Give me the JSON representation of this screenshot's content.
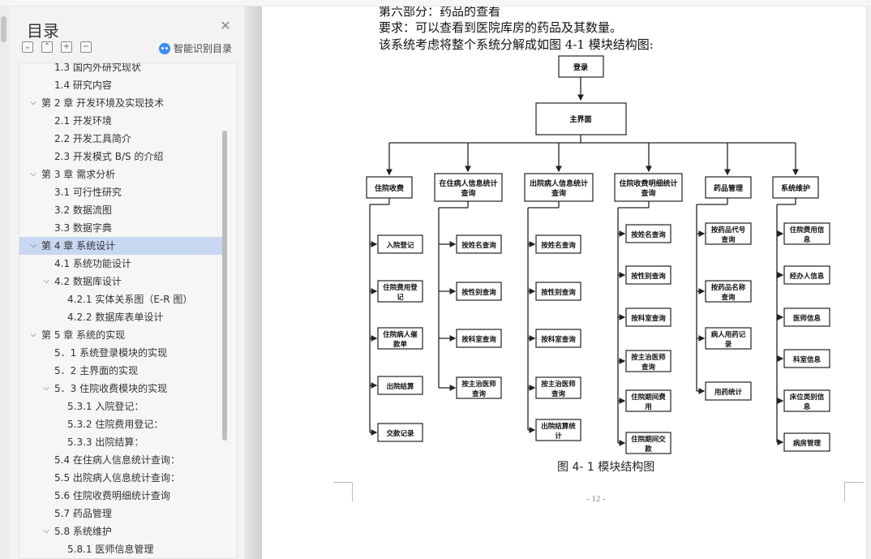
{
  "toc": {
    "title": "目录",
    "close_icon": "close-icon",
    "tools": [
      {
        "name": "collapse-all-button",
        "glyph": "⌄"
      },
      {
        "name": "expand-up-button",
        "glyph": "⌃"
      },
      {
        "name": "expand-level-button",
        "glyph": "+"
      },
      {
        "name": "collapse-level-button",
        "glyph": "−"
      }
    ],
    "smart_label": "智能识别目录",
    "items": [
      {
        "label": "1.3 国内外研究现状",
        "level": 2,
        "expanded": null,
        "selected": false
      },
      {
        "label": "1.4 研究内容",
        "level": 2,
        "expanded": null,
        "selected": false
      },
      {
        "label": "第 2 章  开发环境及实现技术",
        "level": 1,
        "expanded": true,
        "selected": false
      },
      {
        "label": "2.1 开发环境",
        "level": 2,
        "expanded": null,
        "selected": false
      },
      {
        "label": "2.2 开发工具简介",
        "level": 2,
        "expanded": null,
        "selected": false
      },
      {
        "label": "2.3 开发模式 B/S 的介绍",
        "level": 2,
        "expanded": null,
        "selected": false
      },
      {
        "label": "第 3 章  需求分析",
        "level": 1,
        "expanded": true,
        "selected": false
      },
      {
        "label": "3.1 可行性研究",
        "level": 2,
        "expanded": null,
        "selected": false
      },
      {
        "label": "3.2  数据流图",
        "level": 2,
        "expanded": null,
        "selected": false
      },
      {
        "label": "3.3  数据字典",
        "level": 2,
        "expanded": null,
        "selected": false
      },
      {
        "label": "第 4 章  系统设计",
        "level": 1,
        "expanded": true,
        "selected": true
      },
      {
        "label": "4.1 系统功能设计",
        "level": 2,
        "expanded": null,
        "selected": false
      },
      {
        "label": "4.2  数据库设计",
        "level": 2,
        "expanded": true,
        "selected": false
      },
      {
        "label": "4.2.1 实体关系图（E-R 图）",
        "level": 3,
        "expanded": null,
        "selected": false
      },
      {
        "label": "4.2.2 数据库表单设计",
        "level": 3,
        "expanded": null,
        "selected": false
      },
      {
        "label": "第 5 章  系统的实现",
        "level": 1,
        "expanded": true,
        "selected": false
      },
      {
        "label": "5．1 系统登录模块的实现",
        "level": 2,
        "expanded": null,
        "selected": false
      },
      {
        "label": "5．2 主界面的实现",
        "level": 2,
        "expanded": null,
        "selected": false
      },
      {
        "label": "5．3 住院收费模块的实现",
        "level": 2,
        "expanded": true,
        "selected": false
      },
      {
        "label": "5.3.1 入院登记：",
        "level": 3,
        "expanded": null,
        "selected": false
      },
      {
        "label": "5.3.2 住院费用登记：",
        "level": 3,
        "expanded": null,
        "selected": false
      },
      {
        "label": "5.3.3 出院结算：",
        "level": 3,
        "expanded": null,
        "selected": false
      },
      {
        "label": "5.4 在住病人信息统计查询：",
        "level": 2,
        "expanded": null,
        "selected": false
      },
      {
        "label": "5.5 出院病人信息统计查询：",
        "level": 2,
        "expanded": null,
        "selected": false
      },
      {
        "label": "5.6 住院收费明细统计查询",
        "level": 2,
        "expanded": null,
        "selected": false
      },
      {
        "label": "5.7 药品管理",
        "level": 2,
        "expanded": null,
        "selected": false
      },
      {
        "label": "5.8 系统维护",
        "level": 2,
        "expanded": true,
        "selected": false
      },
      {
        "label": "5.8.1 医师信息管理",
        "level": 3,
        "expanded": null,
        "selected": false
      }
    ]
  },
  "document": {
    "lines": [
      "第六部分：药品的查看",
      "要求：可以查看到医院库房的药品及其数量。",
      "该系统考虑将整个系统分解成如图 4-1 模块结构图:"
    ],
    "figure": {
      "login": "登录",
      "main": "主界面",
      "columns": [
        {
          "title": [
            "住院收费"
          ],
          "children": [
            [
              "入院登记"
            ],
            [
              "住院费用登",
              "记"
            ],
            [
              "住院病人催",
              "款单"
            ],
            [
              "出院结算"
            ],
            [
              "交款记录"
            ]
          ]
        },
        {
          "title": [
            "在住病人信息统计",
            "查询"
          ],
          "children": [
            [
              "按姓名查询"
            ],
            [
              "按性别查询"
            ],
            [
              "按科室查询"
            ],
            [
              "按主治医师",
              "查询"
            ]
          ]
        },
        {
          "title": [
            "出院病人信息统计",
            "查询"
          ],
          "children": [
            [
              "按姓名查询"
            ],
            [
              "按性别查询"
            ],
            [
              "按科室查询"
            ],
            [
              "按主治医师",
              "查询"
            ],
            [
              "出院结算统",
              "计"
            ]
          ]
        },
        {
          "title": [
            "住院收费明细统计",
            "查询"
          ],
          "children": [
            [
              "按姓名查询"
            ],
            [
              "按性别查询"
            ],
            [
              "按科室查询"
            ],
            [
              "按主治医师",
              "查询"
            ],
            [
              "住院期间费",
              "用"
            ],
            [
              "住院期间交",
              "款"
            ]
          ]
        },
        {
          "title": [
            "药品管理"
          ],
          "children": [
            [
              "按药品代号",
              "查询"
            ],
            [
              "按药品名称",
              "查询"
            ],
            [
              "病人用药记",
              "录"
            ],
            [
              "用药统计"
            ]
          ]
        },
        {
          "title": [
            "系统维护"
          ],
          "children": [
            [
              "住院费用信",
              "息"
            ],
            [
              "经办人信息"
            ],
            [
              "医师信息"
            ],
            [
              "科室信息"
            ],
            [
              "床位类别信",
              "息"
            ],
            [
              "病房管理"
            ]
          ]
        }
      ],
      "caption": "图 4- 1    模块结构图"
    },
    "page_number": "- 12 -"
  }
}
